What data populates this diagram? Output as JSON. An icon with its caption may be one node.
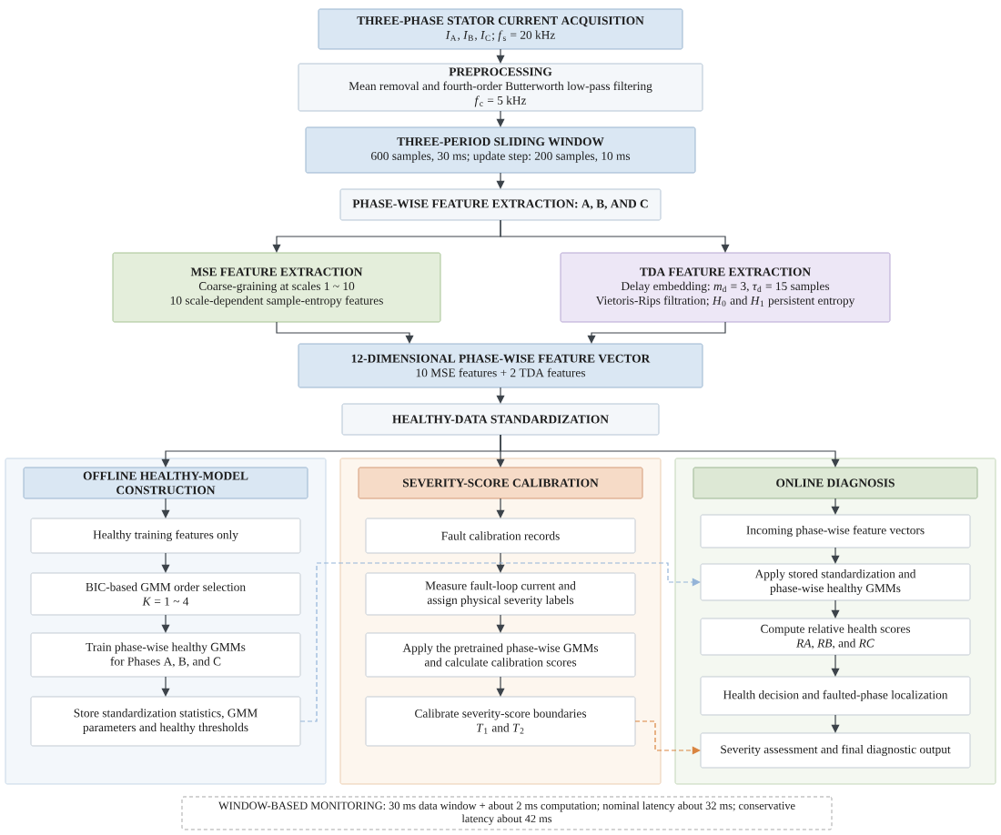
{
  "diagram": {
    "nodes": [
      {
        "text": [
          "THREE-PHASE STATOR CURRENT ACQUISITION",
          "*I*$_{A}$, *I*$_{B}$, *I*$_{C}$; *f*$_{s}$ = 20 kHz"
        ]
      },
      {
        "text": [
          "PREPROCESSING",
          "Mean removal and fourth-order Butterworth low-pass filtering",
          "*f*$_{c}$ = 5 kHz"
        ]
      },
      {
        "text": [
          "THREE-PERIOD SLIDING WINDOW",
          "600 samples, 30 ms; update step: 200 samples, 10 ms"
        ]
      },
      {
        "text": [
          "PHASE-WISE FEATURE EXTRACTION: A, B, AND C"
        ]
      },
      {
        "text": [
          "MSE FEATURE EXTRACTION",
          "Coarse-graining at scales 1 ~ 10",
          "10 scale-dependent sample-entropy features"
        ]
      },
      {
        "text": [
          "TDA FEATURE EXTRACTION",
          "Delay embedding: *m*$_{d}$ = 3, *τ*$_{d}$ = 15 samples",
          "Vietoris-Rips filtration; *H*$_{0}$ and *H*$_{1}$ persistent entropy"
        ]
      },
      {
        "text": [
          "12-DIMENSIONAL PHASE-WISE FEATURE VECTOR",
          "10 MSE features + 2 TDA features"
        ]
      },
      {
        "text": [
          "HEALTHY-DATA STANDARDIZATION"
        ]
      },
      {
        "text": [],
        "shape": "box"
      },
      {
        "text": [
          "OFFLINE HEALTHY-MODEL CONSTRUCTION"
        ],
        "in": 8
      },
      {
        "text": [
          "Healthy training features only"
        ],
        "in": 8
      },
      {
        "text": [
          "BIC-based GMM order selection",
          "*K* = 1 ~ 4"
        ],
        "in": 8
      },
      {
        "text": [
          "Train phase-wise healthy GMMs for Phases A, B, and C"
        ],
        "in": 8
      },
      {
        "text": [
          "Store standardization statistics, GMM parameters and healthy thresholds"
        ],
        "in": 8
      },
      {
        "text": [],
        "shape": "box"
      },
      {
        "text": [
          "SEVERITY-SCORE CALIBRATION"
        ],
        "in": 14
      },
      {
        "text": [
          "Fault calibration records"
        ],
        "in": 14
      },
      {
        "text": [
          "Measure fault-loop current and assign physical severity labels"
        ],
        "in": 14
      },
      {
        "text": [
          "Apply the pretrained phase-wise GMMs and calculate calibration scores"
        ],
        "in": 14
      },
      {
        "text": [
          "Calibrate severity-score boundaries *T*$_{1}$ and *T*$_{2}$"
        ],
        "in": 14
      },
      {
        "text": [],
        "shape": "box"
      },
      {
        "text": [
          "ONLINE DIAGNOSIS"
        ],
        "in": 20
      },
      {
        "text": [
          "Incoming phase-wise feature vectors"
        ],
        "in": 20
      },
      {
        "text": [
          "Apply stored standardization and phase-wise healthy GMMs"
        ],
        "in": 20
      },
      {
        "text": [
          "Compute relative health scores *RA*, *RB*, and *RC*"
        ],
        "in": 20
      },
      {
        "text": [
          "Health decision and faulted-phase localization"
        ],
        "in": 20
      },
      {
        "text": [
          "Severity assessment and final diagnostic output"
        ],
        "in": 20
      },
      {
        "text": [
          "WINDOW-BASED MONITORING: 30 ms data window + about 2 ms computation; nominal latency about 32 ms; conservative latency about 42 ms"
        ]
      }
    ],
    "edges": [
      {
        "from": 0,
        "to": 1,
        "arrow": "to"
      },
      {
        "from": 1,
        "to": 2,
        "arrow": "to"
      },
      {
        "from": 2,
        "to": 3,
        "arrow": "to"
      },
      {
        "from": 3,
        "to": 4,
        "arrow": "to"
      },
      {
        "from": 3,
        "to": 5,
        "arrow": "to"
      },
      {
        "from": 4,
        "to": 6,
        "arrow": "to"
      },
      {
        "from": 5,
        "to": 6,
        "arrow": "to"
      },
      {
        "from": 6,
        "to": 7,
        "arrow": "to"
      },
      {
        "from": 7,
        "to": 9,
        "arrow": "to"
      },
      {
        "from": 7,
        "to": 15,
        "arrow": "to"
      },
      {
        "from": 7,
        "to": 21,
        "arrow": "to"
      },
      {
        "from": 9,
        "to": 10,
        "arrow": "to"
      },
      {
        "from": 10,
        "to": 11,
        "arrow": "to"
      },
      {
        "from": 11,
        "to": 12,
        "arrow": "to"
      },
      {
        "from": 12,
        "to": 13,
        "arrow": "to"
      },
      {
        "from": 15,
        "to": 16,
        "arrow": "to"
      },
      {
        "from": 16,
        "to": 17,
        "arrow": "to"
      },
      {
        "from": 17,
        "to": 18,
        "arrow": "to"
      },
      {
        "from": 18,
        "to": 19,
        "arrow": "to"
      },
      {
        "from": 21,
        "to": 22,
        "arrow": "to"
      },
      {
        "from": 22,
        "to": 23,
        "arrow": "to"
      },
      {
        "from": 23,
        "to": 24,
        "arrow": "to"
      },
      {
        "from": 24,
        "to": 25,
        "arrow": "to"
      },
      {
        "from": 25,
        "to": 26,
        "arrow": "to"
      },
      {
        "from": 13,
        "to": 23,
        "arrow": "to",
        "style": "dashed",
        "color": "#94b4d8"
      },
      {
        "from": 19,
        "to": 26,
        "arrow": "to",
        "style": "dashed",
        "color": "#d9843f"
      }
    ]
  }
}
